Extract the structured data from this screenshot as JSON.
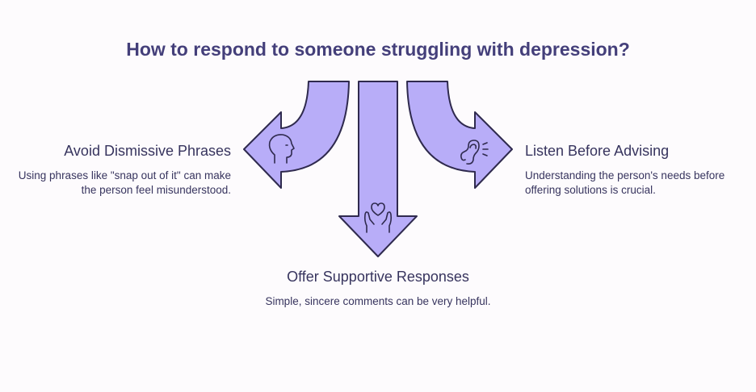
{
  "title": "How to respond to someone struggling with depression?",
  "items": [
    {
      "heading": "Avoid Dismissive Phrases",
      "description": "Using phrases like \"snap out of it\" can make the person feel misunderstood.",
      "icon": "head-profile-icon"
    },
    {
      "heading": "Offer Supportive Responses",
      "description": "Simple, sincere comments can be very helpful.",
      "icon": "hands-heart-icon"
    },
    {
      "heading": "Listen Before Advising",
      "description": "Understanding the person's needs before offering solutions is crucial.",
      "icon": "ear-listening-icon"
    }
  ],
  "colors": {
    "arrow_fill": "#b8adf8",
    "outline": "#2f2a4e",
    "title": "#443f7a",
    "text": "#37345e",
    "background": "#fdfbfd"
  }
}
